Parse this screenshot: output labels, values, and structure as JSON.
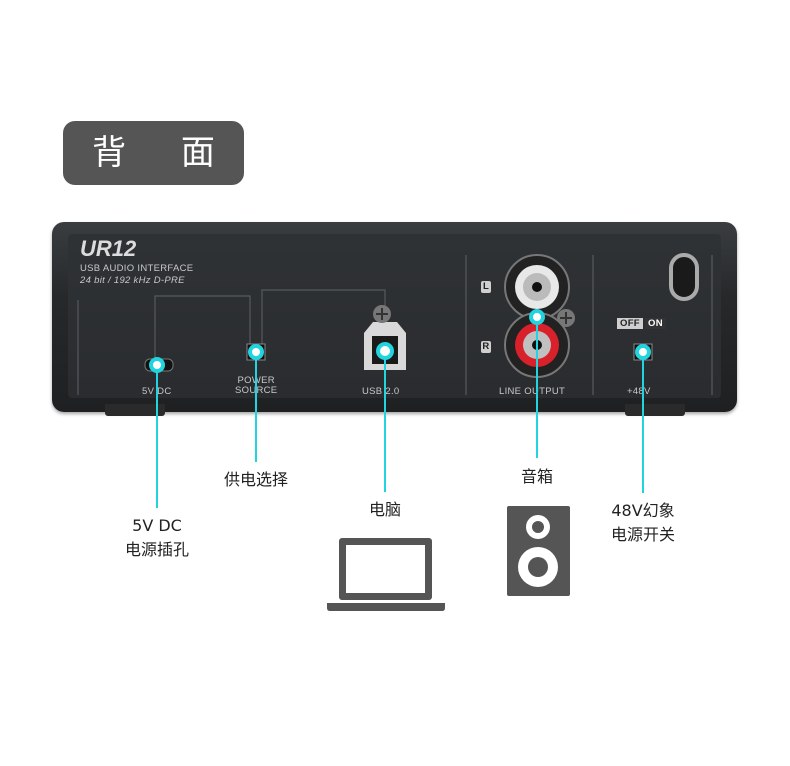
{
  "header": {
    "title": "背 面"
  },
  "device": {
    "model": "UR12",
    "subtitle": "USB AUDIO INTERFACE",
    "spec": "24 bit / 192 kHz D-PRE",
    "port_labels": {
      "dc": "5V DC",
      "power_source": "POWER\nSOURCE",
      "usb": "USB 2.0",
      "line_output": "LINE OUTPUT",
      "phantom": "+48V",
      "channel_l": "L",
      "channel_r": "R",
      "switch_off": "OFF",
      "switch_on": "ON"
    }
  },
  "callouts": {
    "dc_jack": "5V DC\n电源插孔",
    "power_select": "供电选择",
    "computer": "电脑",
    "speaker": "音箱",
    "phantom_power": "48V幻象\n电源开关"
  },
  "colors": {
    "accent": "#22d3e0",
    "badge": "#555555",
    "device": "#2a2c2f",
    "rca_red": "#d8212a",
    "rca_white": "#e8e8e8"
  },
  "icons": [
    "laptop-icon",
    "speaker-icon",
    "screw-icon"
  ]
}
